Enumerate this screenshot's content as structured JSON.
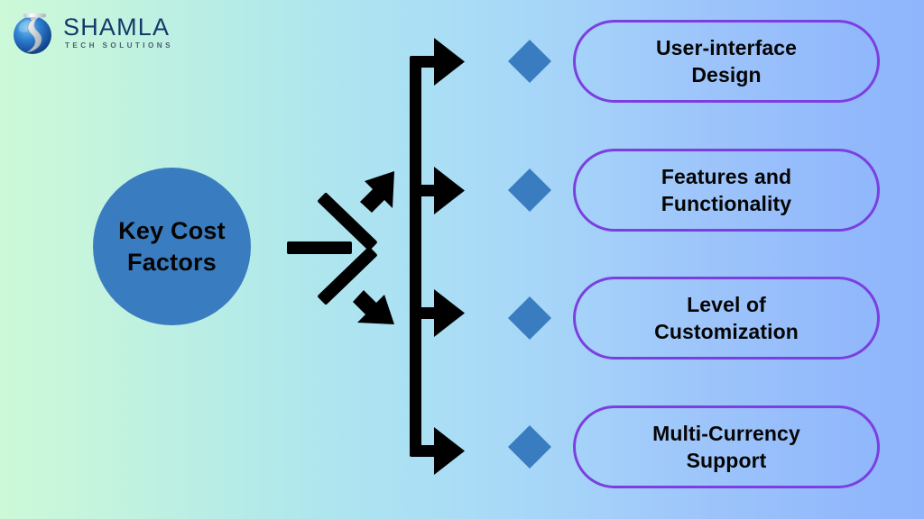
{
  "brand": {
    "name": "SHAMLA",
    "tagline": "TECH SOLUTIONS",
    "logo_icon": "shamla-sphere-logo",
    "logo_colors": {
      "sphere": "#1f5fae",
      "swoosh": "#d8dde2",
      "wordmark": "#15396b",
      "tagline": "#4d6070"
    }
  },
  "diagram": {
    "type": "fork-branch-diagram",
    "center": {
      "label": "Key Cost\nFactors",
      "shape": "circle",
      "fill": "#3a7cc0",
      "text_color": "#050505"
    },
    "connector_color": "#000000",
    "branches": [
      {
        "index": 1,
        "bullet_icon": "diamond-bullet",
        "bullet_color": "#3a7cc0",
        "label": "User-interface\nDesign",
        "border_color": "#7b3fe0"
      },
      {
        "index": 2,
        "bullet_icon": "diamond-bullet",
        "bullet_color": "#3a7cc0",
        "label": "Features and\nFunctionality",
        "border_color": "#7b3fe0"
      },
      {
        "index": 3,
        "bullet_icon": "diamond-bullet",
        "bullet_color": "#3a7cc0",
        "label": "Level of\nCustomization",
        "border_color": "#7b3fe0"
      },
      {
        "index": 4,
        "bullet_icon": "diamond-bullet",
        "bullet_color": "#3a7cc0",
        "label": "Multi-Currency\nSupport",
        "border_color": "#7b3fe0"
      }
    ]
  },
  "background": {
    "gradient_from": "#ccf9d8",
    "gradient_mid": "#a8d9f7",
    "gradient_to": "#8fb5fc"
  }
}
